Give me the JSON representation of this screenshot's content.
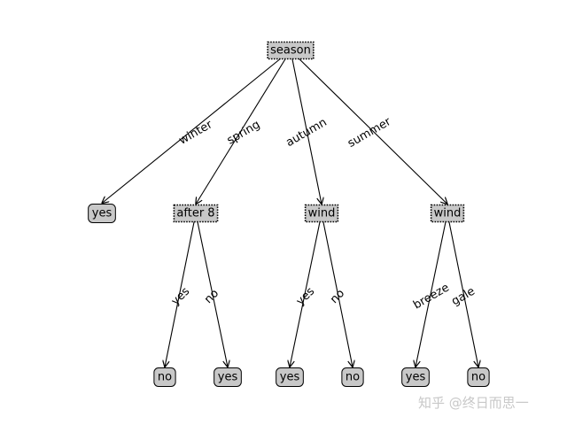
{
  "tree": {
    "node_fill": "#c8c8c8",
    "nodes": [
      {
        "id": "season",
        "label": "season",
        "kind": "decision"
      },
      {
        "id": "leaf_w",
        "label": "yes",
        "kind": "leaf"
      },
      {
        "id": "after8",
        "label": "after 8",
        "kind": "decision"
      },
      {
        "id": "wind_a",
        "label": "wind",
        "kind": "decision"
      },
      {
        "id": "wind_s",
        "label": "wind",
        "kind": "decision"
      },
      {
        "id": "leaf_1",
        "label": "no",
        "kind": "leaf"
      },
      {
        "id": "leaf_2",
        "label": "yes",
        "kind": "leaf"
      },
      {
        "id": "leaf_3",
        "label": "yes",
        "kind": "leaf"
      },
      {
        "id": "leaf_4",
        "label": "no",
        "kind": "leaf"
      },
      {
        "id": "leaf_5",
        "label": "yes",
        "kind": "leaf"
      },
      {
        "id": "leaf_6",
        "label": "no",
        "kind": "leaf"
      }
    ],
    "edges": [
      {
        "from": "season",
        "to": "leaf_w",
        "label": "winter"
      },
      {
        "from": "season",
        "to": "after8",
        "label": "spring"
      },
      {
        "from": "season",
        "to": "wind_a",
        "label": "autumn"
      },
      {
        "from": "season",
        "to": "wind_s",
        "label": "summer"
      },
      {
        "from": "after8",
        "to": "leaf_1",
        "label": "yes"
      },
      {
        "from": "after8",
        "to": "leaf_2",
        "label": "no"
      },
      {
        "from": "wind_a",
        "to": "leaf_3",
        "label": "yes"
      },
      {
        "from": "wind_a",
        "to": "leaf_4",
        "label": "no"
      },
      {
        "from": "wind_s",
        "to": "leaf_5",
        "label": "breeze"
      },
      {
        "from": "wind_s",
        "to": "leaf_6",
        "label": "gale"
      }
    ]
  },
  "watermark": "知乎 @终日而思一"
}
